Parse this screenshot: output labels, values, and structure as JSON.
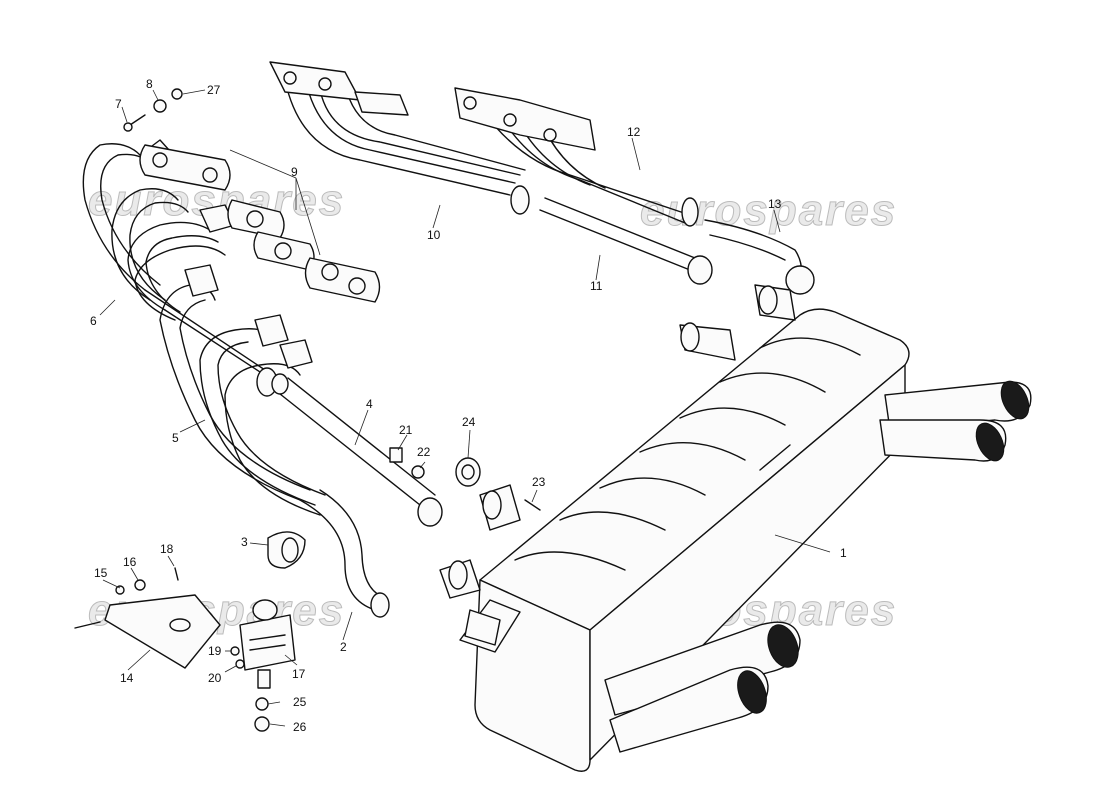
{
  "watermarks": [
    "eurospares",
    "eurospares",
    "eurospares",
    "eurospares"
  ],
  "parts": [
    {
      "id": "1"
    },
    {
      "id": "2"
    },
    {
      "id": "3"
    },
    {
      "id": "4"
    },
    {
      "id": "5"
    },
    {
      "id": "6"
    },
    {
      "id": "7"
    },
    {
      "id": "8"
    },
    {
      "id": "9"
    },
    {
      "id": "10"
    },
    {
      "id": "11"
    },
    {
      "id": "12"
    },
    {
      "id": "13"
    },
    {
      "id": "14"
    },
    {
      "id": "15"
    },
    {
      "id": "16"
    },
    {
      "id": "17"
    },
    {
      "id": "18"
    },
    {
      "id": "19"
    },
    {
      "id": "20"
    },
    {
      "id": "21"
    },
    {
      "id": "22"
    },
    {
      "id": "23"
    },
    {
      "id": "24"
    },
    {
      "id": "25"
    },
    {
      "id": "26"
    },
    {
      "id": "27"
    }
  ]
}
